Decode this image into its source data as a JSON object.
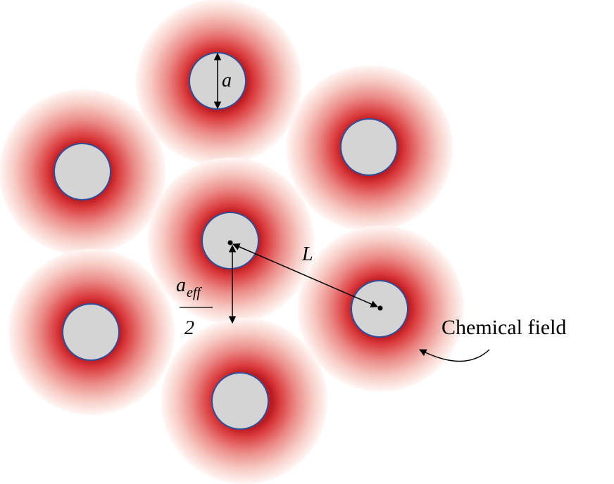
{
  "labels": {
    "particle_diameter": "a",
    "spacing": "L",
    "effective_size_numerator": "a",
    "effective_size_subscript": "eff",
    "effective_size_denominator": "2",
    "chemical_field": "Chemical field"
  },
  "colors": {
    "halo_core": "#d9383a",
    "halo_edge": "#fff7f5",
    "particle_fill": "#d4d4d4",
    "particle_stroke": "#2f4e9a",
    "annotation": "#000000"
  }
}
